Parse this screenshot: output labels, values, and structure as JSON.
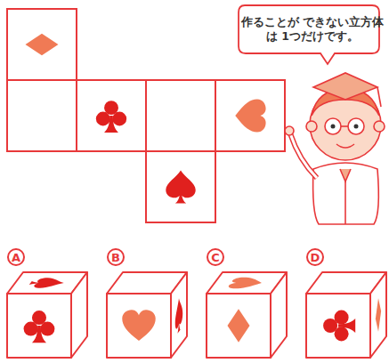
{
  "diagram": {
    "nodes": [
      {
        "text": [
          "作ることが できない立方体は 1つだけです。"
        ]
      },
      {
        "text": [
          "A"
        ]
      },
      {
        "text": [
          "B"
        ]
      },
      {
        "text": [
          "C"
        ]
      },
      {
        "text": [
          "D"
        ]
      }
    ]
  }
}
